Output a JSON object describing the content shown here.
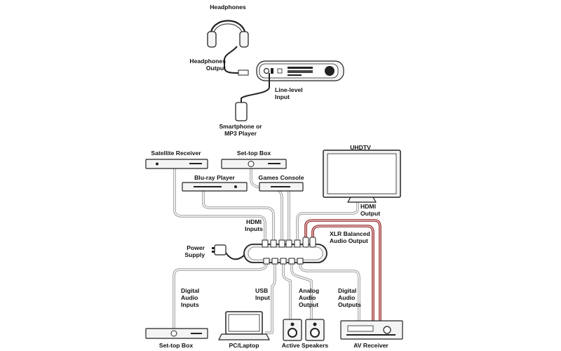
{
  "top": {
    "headphones": "Headphones",
    "headphones_output": [
      "Headphones",
      "Output"
    ],
    "line_level_input": [
      "Line-level",
      "Input"
    ],
    "smartphone": [
      "Smartphone or",
      "MP3 Player"
    ]
  },
  "sources": {
    "satellite_receiver": "Satellite Receiver",
    "set_top_box_top": "Set-top Box",
    "blu_ray_player": "Blu-ray Player",
    "games_console": "Games Console"
  },
  "outputs": {
    "uhdtv": "UHDTV",
    "hdmi_output": [
      "HDMI",
      "Output"
    ],
    "xlr_balanced": [
      "XLR Balanced",
      "Audio Output"
    ]
  },
  "hub": {
    "hdmi_inputs": [
      "HDMI",
      "Inputs"
    ],
    "power_supply": [
      "Power",
      "Supply"
    ]
  },
  "bottom": {
    "digital_audio_inputs": [
      "Digital",
      "Audio",
      "Inputs"
    ],
    "usb_input": [
      "USB",
      "Input"
    ],
    "analog_audio_output": [
      "Analog",
      "Audio",
      "Output"
    ],
    "digital_audio_outputs": [
      "Digital",
      "Audio",
      "Outputs"
    ],
    "set_top_box_bottom": "Set-top Box",
    "pc_laptop": "PC/Laptop",
    "active_speakers": "Active Speakers",
    "av_receiver": "AV Receiver"
  }
}
